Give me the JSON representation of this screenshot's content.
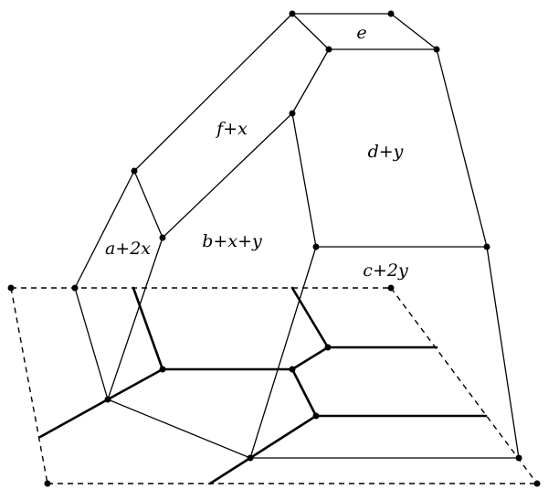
{
  "diagram": {
    "region_labels": {
      "e": "e",
      "f_x": "f+x",
      "d_y": "d+y",
      "a_2x": "a+2x",
      "b_x_y": "b+x+y",
      "c_2y": "c+2y"
    },
    "colors": {
      "stroke": "#000000",
      "background": "#ffffff"
    },
    "line_styles": [
      "thin-solid",
      "thick-solid",
      "dashed"
    ]
  }
}
